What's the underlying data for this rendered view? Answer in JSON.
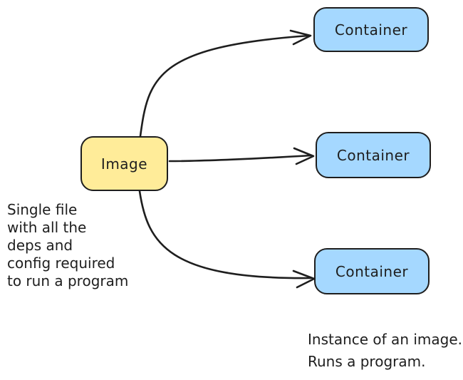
{
  "colors": {
    "background": "#ffffff",
    "stroke": "#1e1e1e",
    "text": "#1e1e1e",
    "image_node_fill": "#ffec99",
    "container_node_fill": "#a5d8ff"
  },
  "nodes": {
    "image": {
      "label": "Image"
    },
    "containers": [
      {
        "label": "Container"
      },
      {
        "label": "Container"
      },
      {
        "label": "Container"
      }
    ]
  },
  "arrows": [
    {
      "from": "image",
      "to": "container-1"
    },
    {
      "from": "image",
      "to": "container-2"
    },
    {
      "from": "image",
      "to": "container-3"
    }
  ],
  "annotations": {
    "image_note": {
      "lines": [
        "Single file",
        "with all the",
        "deps and",
        "config required",
        "to run a program"
      ]
    },
    "container_note": {
      "lines": [
        "Instance of an image.",
        "Runs a program."
      ]
    }
  }
}
